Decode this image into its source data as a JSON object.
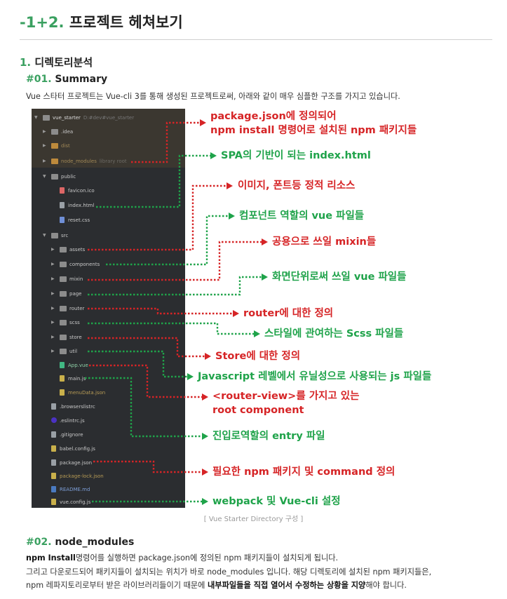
{
  "header": {
    "num": "-1+2.",
    "title": "프로젝트 헤쳐보기"
  },
  "section": {
    "num": "1.",
    "title": "디렉토리분석"
  },
  "summary": {
    "num": "#01.",
    "title": "Summary",
    "text": "Vue 스타터 프로젝트는 Vue-cli 3를 통해 생성된 프로젝트로써, 아래와 같이 매우 심플한 구조를 가지고 있습니다."
  },
  "tree": {
    "root_name": "vue_starter",
    "root_path": "D:#dev#vue_starter",
    "idea": ".idea",
    "dist": "dist",
    "node_modules": "node_modules",
    "node_modules_hint": "library root",
    "public": "public",
    "favicon": "favicon.ico",
    "index_html": "index.html",
    "reset_css": "reset.css",
    "src": "src",
    "assets": "assets",
    "components": "components",
    "mixin": "mixin",
    "page": "page",
    "router": "router",
    "scss": "scss",
    "store": "store",
    "util": "util",
    "app_vue": "App.vue",
    "main_js": "main.js",
    "menu_data": "menuData.json",
    "browserslistrc": ".browserslistrc",
    "eslintrc": ".eslintrc.js",
    "gitignore": ".gitignore",
    "babel_config": "babel.config.js",
    "package_json": "package.json",
    "package_lock": "package-lock.json",
    "readme": "README.md",
    "vue_config": "vue.config.js"
  },
  "annotations": {
    "package_line1": "package.json에 정의되어",
    "package_line2": "npm install 명령어로 설치된 npm 패키지들",
    "spa": "SPA의 기반이 되는 index.html",
    "static": "이미지, 폰트등 정적 리소스",
    "components": "컴포넌트 역할의 vue 파일들",
    "mixin": "공용으로 쓰일 mixin들",
    "page": "화면단위로써 쓰일 vue 파일들",
    "router": "router에 대한 정의",
    "scss": "스타일에 관여하는 Scss 파일들",
    "store": "Store에 대한 정의",
    "util": "Javascript 레벨에서 유닐성으로 사용되는 js 파일들",
    "app_line1": "<router-view>를 가지고 있는",
    "app_line2": "root component",
    "entry": "진입로역할의 entry 파일",
    "npm_def": "필요한 npm 패키지 및 command 정의",
    "webpack": "webpack 및 Vue-cli 설정"
  },
  "colors": {
    "red": "#d62426",
    "green": "#1fa34a",
    "accent": "#3aa060"
  },
  "caption": "[ Vue Starter Directory 구성 ]",
  "node_modules_section": {
    "num": "#02.",
    "title": "node_modules",
    "p1_bold": "npm Install",
    "p1_rest": "명령어를 실행하면 package.json에 정의된 npm 패키지들이 설치되게 됩니다.",
    "p2": "그리고 다운로드되어 패키지들이 설치되는 위치가 바로 node_modules 입니다. 해당 디렉토리에 설치된 npm 패키지들은,",
    "p3_a": "npm 레파지토리로부터 받은 라이브러리들이기 때문에 ",
    "p3_b": "내부파일들을 직접 열어서 수정하는 상황을 지양",
    "p3_c": "해야 합니다."
  }
}
